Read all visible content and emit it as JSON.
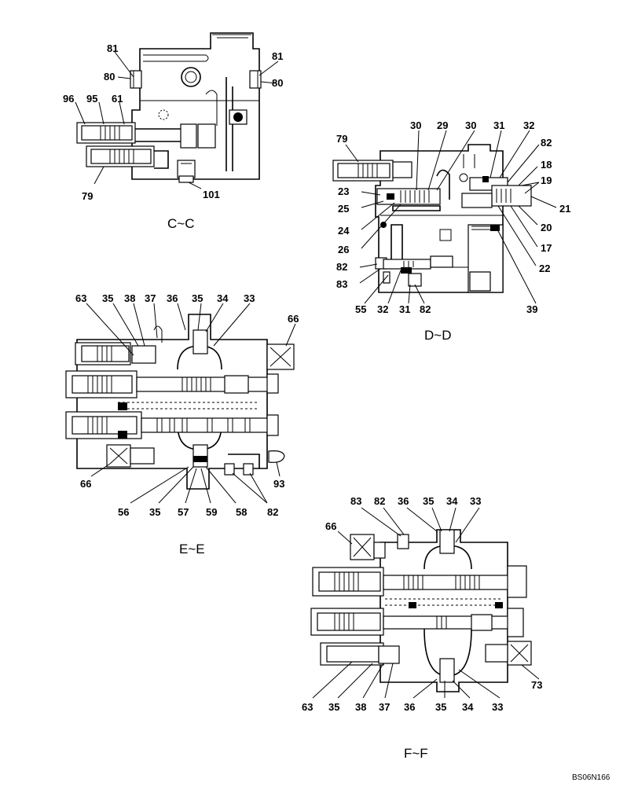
{
  "sections": [
    {
      "id": "cc",
      "title": "C~C",
      "callouts": [
        "81",
        "80",
        "81",
        "80",
        "96",
        "95",
        "61",
        "79",
        "101"
      ]
    },
    {
      "id": "dd",
      "title": "D~D",
      "callouts": [
        "79",
        "30",
        "29",
        "30",
        "31",
        "32",
        "82",
        "18",
        "19",
        "21",
        "20",
        "17",
        "22",
        "39",
        "23",
        "25",
        "24",
        "26",
        "82",
        "83",
        "55",
        "32",
        "31",
        "82"
      ]
    },
    {
      "id": "ee",
      "title": "E~E",
      "callouts": [
        "63",
        "35",
        "38",
        "37",
        "36",
        "35",
        "34",
        "33",
        "66",
        "66",
        "93",
        "56",
        "35",
        "57",
        "59",
        "58",
        "82"
      ]
    },
    {
      "id": "ff",
      "title": "F~F",
      "callouts": [
        "83",
        "82",
        "36",
        "35",
        "34",
        "33",
        "66",
        "73",
        "63",
        "35",
        "38",
        "37",
        "36",
        "35",
        "34",
        "33"
      ]
    }
  ],
  "drawing_code": "BS06N166"
}
